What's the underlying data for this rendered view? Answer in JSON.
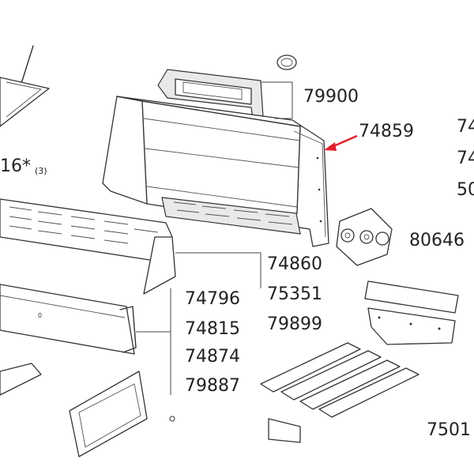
{
  "labels": {
    "l1": "79900",
    "l2": "74859",
    "l3": "80646",
    "l4": "74860",
    "l5": "75351",
    "l6": "79899",
    "l7": "74796",
    "l8": "74815",
    "l9": "74874",
    "l10": "79887",
    "left_ref": "16*",
    "left_ref_note": "(3)",
    "edge_a": "74",
    "edge_b": "74",
    "edge_c": "50",
    "edge_d": "7501"
  },
  "colors": {
    "arrow": "#e0202a",
    "line": "#333333"
  }
}
